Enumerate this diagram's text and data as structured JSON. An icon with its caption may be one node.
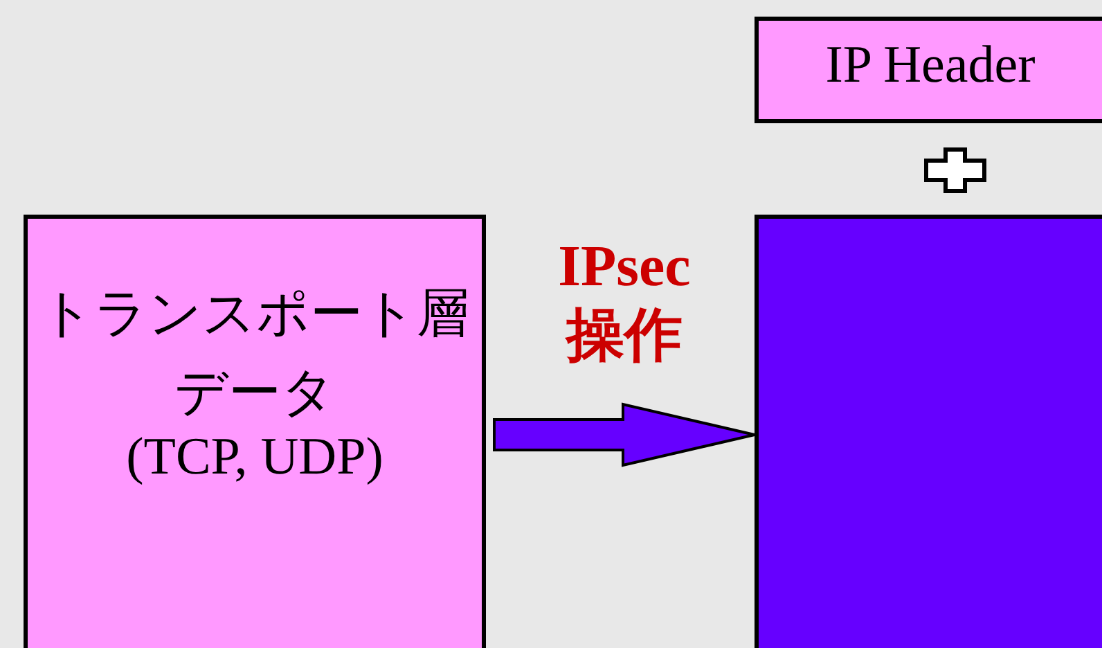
{
  "diagram": {
    "nodes": [
      {
        "text": [
          "トランスポート層データ",
          "(TCP, UDP)"
        ]
      },
      {
        "text": [
          "IP Header"
        ]
      },
      {
        "text": [],
        "shape": "box"
      }
    ],
    "edges": [
      {
        "from": 0,
        "to": 2,
        "arrow": "to",
        "label": "IPsec 操作",
        "color": "#6600ff"
      }
    ]
  }
}
